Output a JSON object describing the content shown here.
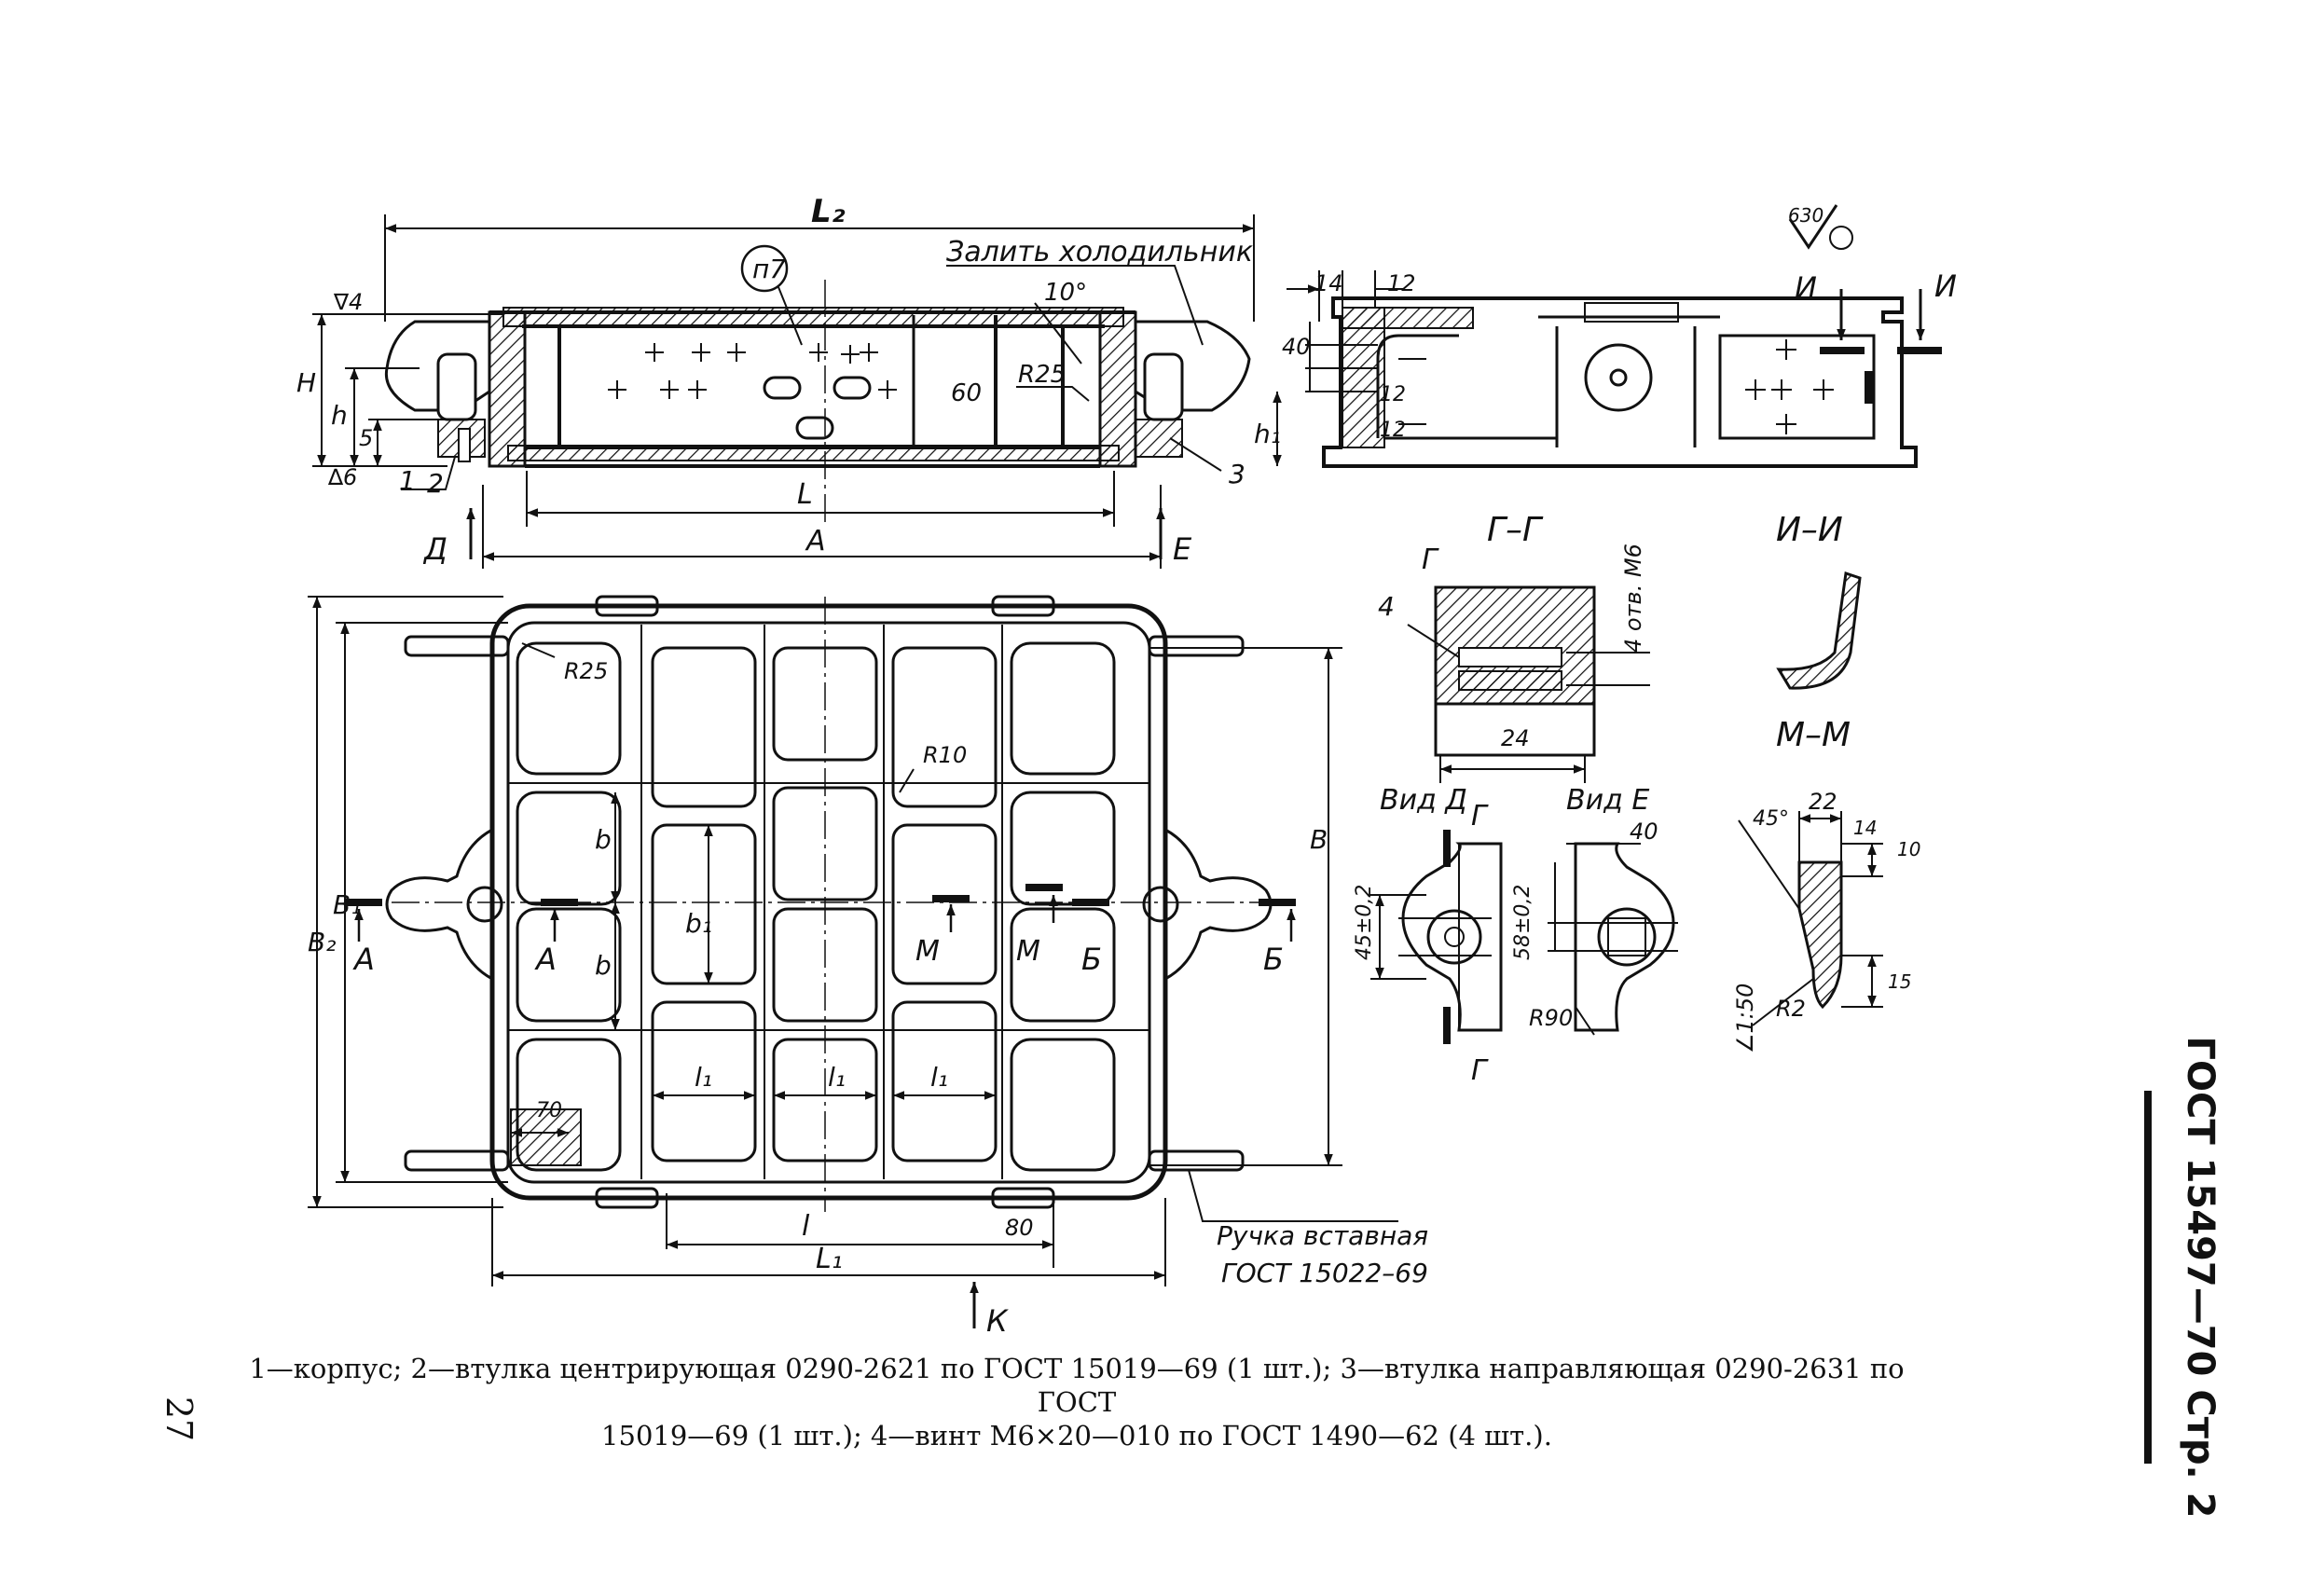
{
  "labels": {
    "L2": "L₂",
    "n7": "п7",
    "fill_text": "Залить холодильник",
    "angle10": "10°",
    "R25_top": "R25",
    "dim60": "60",
    "H": "H",
    "h": "h",
    "h1": "h₁",
    "dim5": "5",
    "rough4": "∇4",
    "rough6": "∆6",
    "call1": "1",
    "call2": "2",
    "call3": "3",
    "L": "L",
    "A_dim": "A",
    "D": "Д",
    "E": "Е",
    "d14": "14",
    "d12": "12",
    "d40": "40",
    "d12b": "12",
    "d12c": "12",
    "I1": "И",
    "I2": "И",
    "rough630": "630",
    "sec_GG": "Г–Г",
    "sec_II": "И–И",
    "sec_MM": "М–М",
    "holes": "4 отв. М6",
    "call4": "4",
    "d24": "24",
    "vid_D": "Вид Д",
    "vid_E": "Вид Е",
    "G1": "Г",
    "G2": "Г",
    "G3": "Г",
    "dim45": "45±0,2",
    "dim58": "58±0,2",
    "d40b": "40",
    "R90": "R90",
    "d22": "22",
    "d14b": "14",
    "d10": "10",
    "d15": "15",
    "a45": "45°",
    "slope": "∠1:50",
    "R2": "R2",
    "R25_plan": "R25",
    "R10": "R10",
    "B2": "B₂",
    "B1": "B₁",
    "B": "B",
    "b_upper": "b",
    "b_lower": "b",
    "b1": "b₁",
    "A_left": "A",
    "A_inner": "A",
    "M1": "М",
    "M2": "М",
    "B_inner": "Б",
    "B_right": "Б",
    "l1_a": "l₁",
    "l1_b": "l₁",
    "l1_c": "l₁",
    "d70": "70",
    "l": "l",
    "d80": "80",
    "L1": "L₁",
    "handle1": "Ручка вставная",
    "handle2": "ГОСТ 15022–69",
    "K": "К"
  },
  "caption": {
    "line1": "1—корпус; 2—втулка центрирующая 0290-2621 по ГОСТ 15019—69 (1 шт.); 3—втулка направляющая 0290-2631 по ГОСТ",
    "line2": "15019—69 (1 шт.); 4—винт М6×20—010 по ГОСТ 1490—62 (4 шт.)."
  },
  "side_title": "ГОСТ 15497—70 Стр. 2",
  "page_number": "27"
}
